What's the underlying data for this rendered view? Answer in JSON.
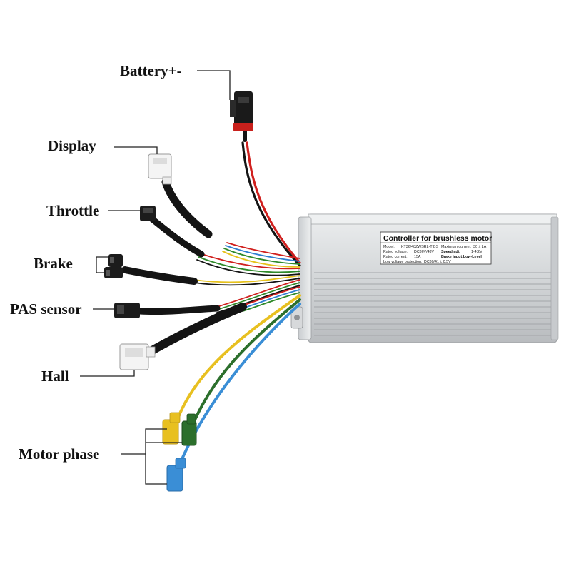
{
  "labels": {
    "battery": "Battery+-",
    "display": "Display",
    "throttle": "Throttle",
    "brake": "Brake",
    "pas": "PAS sensor",
    "hall": "Hall",
    "motor": "Motor phase"
  },
  "sticker": {
    "title": "Controller for brushless motor",
    "model_label": "Model:",
    "model_value": "KT36/48ZWSRL-TIBS",
    "rated_voltage_label": "Rated voltage:",
    "rated_voltage_value": "DC36V/48V",
    "rated_current_label": "Rated current:",
    "rated_current_value": "15A",
    "low_voltage_label": "Low voltage protection:",
    "low_voltage_value": "DC30/41 ± 0.5V",
    "max_current_label": "Maximum current:",
    "max_current_value": "30 ± 1A",
    "speed_label": "Speed adj:",
    "speed_value": "1-4.2V",
    "brake_input": "Brake input:Low-Level"
  },
  "colors": {
    "housing": "#d6d8da",
    "cable_black": "#141414",
    "wire_red": "#d0201e",
    "wire_yellow": "#e6c21c",
    "wire_green": "#2f8a2a",
    "wire_blue": "#2f7fd1",
    "phase_yellow": "#e8c020",
    "phase_green": "#2c6f2c",
    "phase_blue": "#3a8ed6"
  }
}
